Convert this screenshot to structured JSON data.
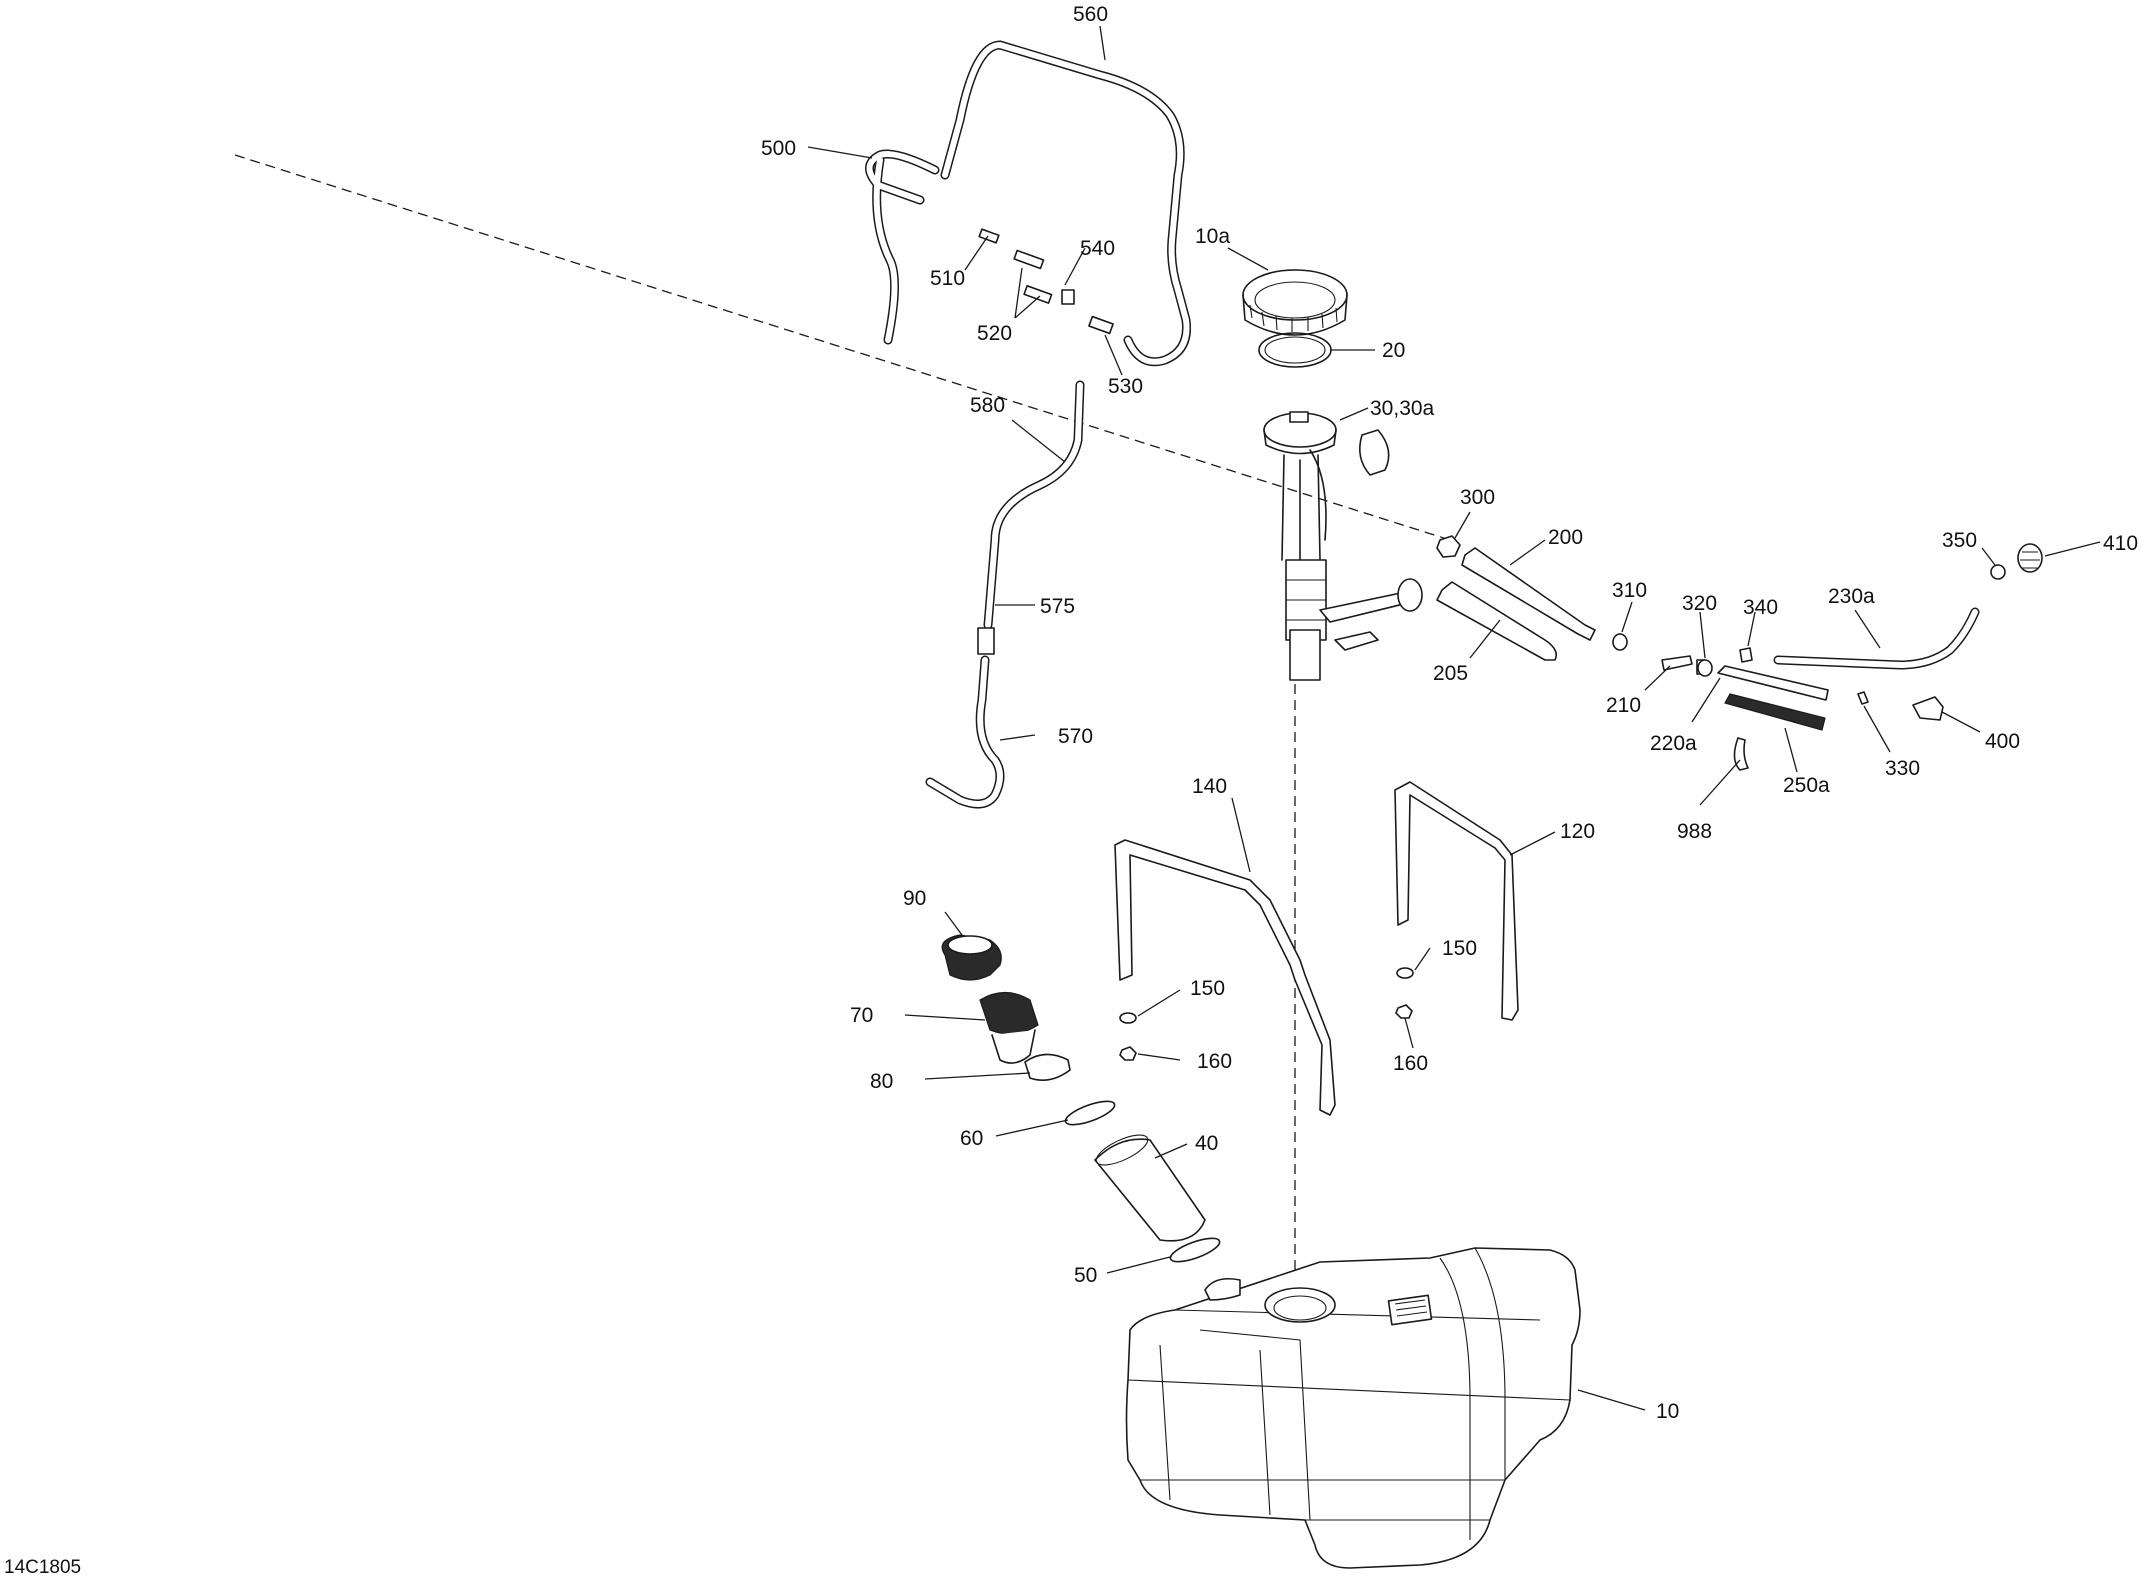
{
  "figure_ref": "14C1805",
  "callouts": [
    {
      "id": "560",
      "label": "560"
    },
    {
      "id": "500",
      "label": "500"
    },
    {
      "id": "540",
      "label": "540"
    },
    {
      "id": "510",
      "label": "510"
    },
    {
      "id": "520",
      "label": "520"
    },
    {
      "id": "530",
      "label": "530"
    },
    {
      "id": "10a",
      "label": "10a"
    },
    {
      "id": "20",
      "label": "20"
    },
    {
      "id": "30",
      "label": "30,30a"
    },
    {
      "id": "580",
      "label": "580"
    },
    {
      "id": "575",
      "label": "575"
    },
    {
      "id": "570",
      "label": "570"
    },
    {
      "id": "300",
      "label": "300"
    },
    {
      "id": "200",
      "label": "200"
    },
    {
      "id": "205",
      "label": "205"
    },
    {
      "id": "310",
      "label": "310"
    },
    {
      "id": "210",
      "label": "210"
    },
    {
      "id": "320",
      "label": "320"
    },
    {
      "id": "340",
      "label": "340"
    },
    {
      "id": "220a",
      "label": "220a"
    },
    {
      "id": "230a",
      "label": "230a"
    },
    {
      "id": "350",
      "label": "350"
    },
    {
      "id": "410",
      "label": "410"
    },
    {
      "id": "400",
      "label": "400"
    },
    {
      "id": "330",
      "label": "330"
    },
    {
      "id": "250a",
      "label": "250a"
    },
    {
      "id": "988",
      "label": "988"
    },
    {
      "id": "140",
      "label": "140"
    },
    {
      "id": "120",
      "label": "120"
    },
    {
      "id": "90",
      "label": "90"
    },
    {
      "id": "70",
      "label": "70"
    },
    {
      "id": "80",
      "label": "80"
    },
    {
      "id": "60",
      "label": "60"
    },
    {
      "id": "40",
      "label": "40"
    },
    {
      "id": "50",
      "label": "50"
    },
    {
      "id": "150a",
      "label": "150"
    },
    {
      "id": "160a",
      "label": "160"
    },
    {
      "id": "150b",
      "label": "150"
    },
    {
      "id": "160b",
      "label": "160"
    },
    {
      "id": "10",
      "label": "10"
    }
  ]
}
